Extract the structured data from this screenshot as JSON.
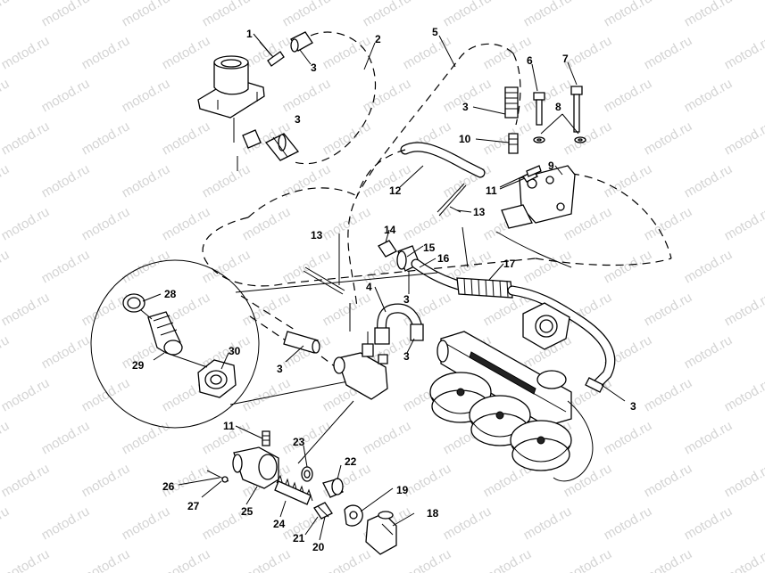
{
  "watermark": {
    "text": "motod.ru"
  },
  "callouts": [
    {
      "text": "1"
    },
    {
      "text": "2"
    },
    {
      "text": "3"
    },
    {
      "text": "5"
    },
    {
      "text": "6"
    },
    {
      "text": "7"
    },
    {
      "text": "3"
    },
    {
      "text": "8"
    },
    {
      "text": "3"
    },
    {
      "text": "10"
    },
    {
      "text": "9"
    },
    {
      "text": "12"
    },
    {
      "text": "11"
    },
    {
      "text": "13"
    },
    {
      "text": "14"
    },
    {
      "text": "13"
    },
    {
      "text": "15"
    },
    {
      "text": "16"
    },
    {
      "text": "17"
    },
    {
      "text": "4"
    },
    {
      "text": "3"
    },
    {
      "text": "28"
    },
    {
      "text": "3"
    },
    {
      "text": "29"
    },
    {
      "text": "30"
    },
    {
      "text": "3"
    },
    {
      "text": "3"
    },
    {
      "text": "11"
    },
    {
      "text": "23"
    },
    {
      "text": "22"
    },
    {
      "text": "26"
    },
    {
      "text": "27"
    },
    {
      "text": "25"
    },
    {
      "text": "24"
    },
    {
      "text": "19"
    },
    {
      "text": "18"
    },
    {
      "text": "21"
    },
    {
      "text": "20"
    }
  ]
}
